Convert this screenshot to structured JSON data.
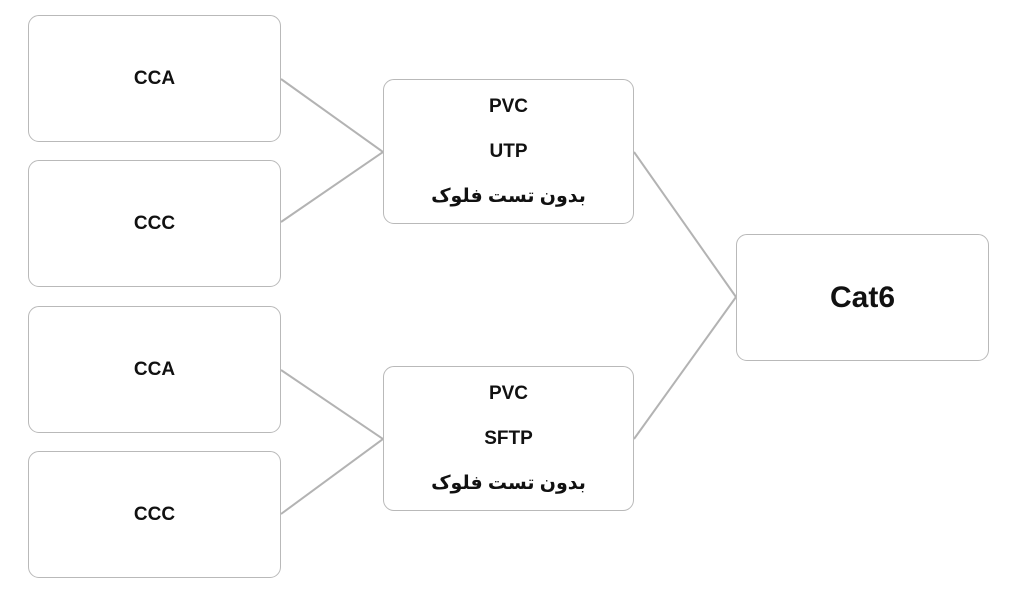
{
  "leaves": [
    {
      "label": "CCA"
    },
    {
      "label": "CCC"
    },
    {
      "label": "CCA"
    },
    {
      "label": "CCC"
    }
  ],
  "middle": [
    {
      "line1": "PVC",
      "line2": "UTP",
      "line3": "بدون تست فلوک"
    },
    {
      "line1": "PVC",
      "line2": "SFTP",
      "line3": "بدون تست فلوک"
    }
  ],
  "root": {
    "label": "Cat6"
  },
  "colors": {
    "border": "#b9b9b9",
    "connector": "#b3b3b3",
    "text": "#111111"
  }
}
